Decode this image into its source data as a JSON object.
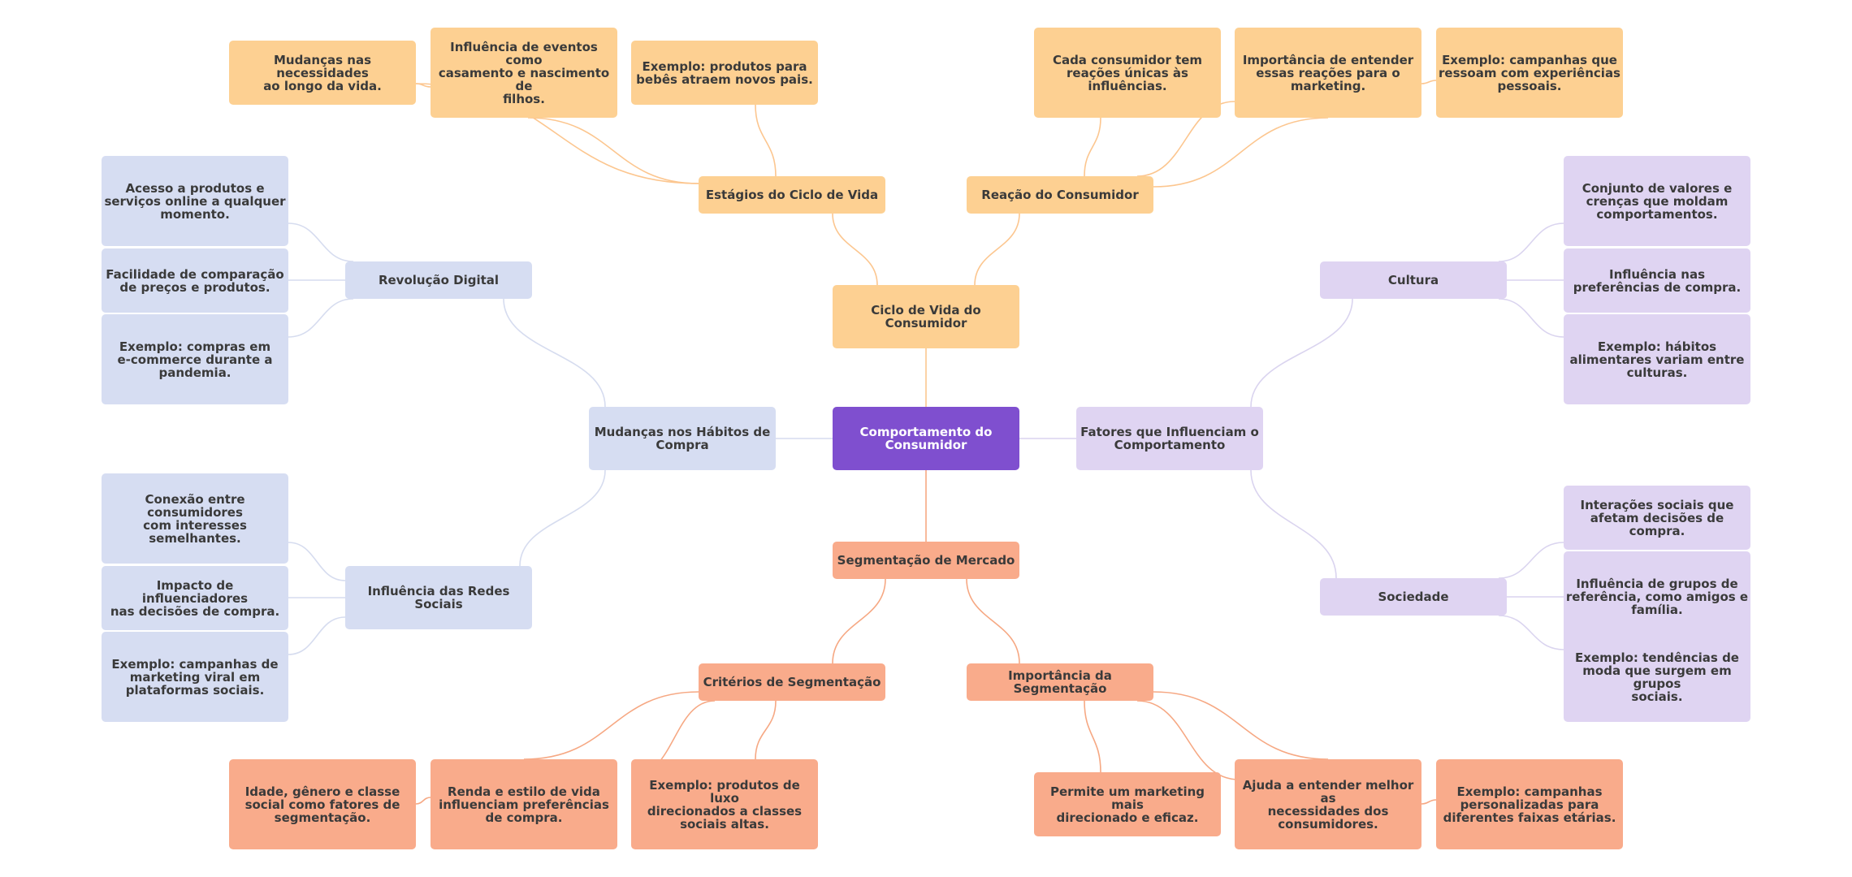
{
  "colors": {
    "root": "#7f4fcf",
    "orange": "#fdd092",
    "salmon": "#f9ab8b",
    "blue": "#d6ddf2",
    "purple": "#dfd4f2",
    "edge_orange": "#fcc68f",
    "edge_salmon": "#f6a883",
    "edge_blue": "#d6dcef",
    "edge_purple": "#dad4ef"
  },
  "nodes": {
    "root": "Comportamento do\nConsumidor",
    "ciclo": "Ciclo de Vida do\nConsumidor",
    "estagios": "Estágios do Ciclo de Vida",
    "reacao": "Reação do Consumidor",
    "est_leaf1": "Mudanças nas necessidades\nao longo da vida.",
    "est_leaf2": "Influência de eventos como\ncasamento e nascimento de\nfilhos.",
    "est_leaf3": "Exemplo: produtos para\nbebês atraem novos pais.",
    "rea_leaf1": "Cada consumidor tem\nreações únicas às\ninfluências.",
    "rea_leaf2": "Importância de entender\nessas reações para o\nmarketing.",
    "rea_leaf3": "Exemplo: campanhas que\nressoam com experiências\npessoais.",
    "mudancas": "Mudanças nos Hábitos de\nCompra",
    "revolucao": "Revolução Digital",
    "rev_leaf1": "Acesso a produtos e\nserviços online a qualquer\nmomento.",
    "rev_leaf2": "Facilidade de comparação\nde preços e produtos.",
    "rev_leaf3": "Exemplo: compras em\ne-commerce durante a\npandemia.",
    "redes": "Influência das Redes\nSociais",
    "red_leaf1": "Conexão entre consumidores\ncom interesses\nsemelhantes.",
    "red_leaf2": "Impacto de influenciadores\nnas decisões de compra.",
    "red_leaf3": "Exemplo: campanhas de\nmarketing viral em\nplataformas sociais.",
    "fatores": "Fatores que Influenciam o\nComportamento",
    "cultura": "Cultura",
    "cul_leaf1": "Conjunto de valores e\ncrenças que moldam\ncomportamentos.",
    "cul_leaf2": "Influência nas\npreferências de compra.",
    "cul_leaf3": "Exemplo: hábitos\nalimentares variam entre\nculturas.",
    "sociedade": "Sociedade",
    "soc_leaf1": "Interações sociais que\nafetam decisões de compra.",
    "soc_leaf2": "Influência de grupos de\nreferência, como amigos e\nfamília.",
    "soc_leaf3": "Exemplo: tendências de\nmoda que surgem em grupos\nsociais.",
    "segmentacao": "Segmentação de Mercado",
    "criterios": "Critérios de Segmentação",
    "importancia": "Importância da Segmentação",
    "cri_leaf1": "Idade, gênero e classe\nsocial como fatores de\nsegmentação.",
    "cri_leaf2": "Renda e estilo de vida\ninfluenciam preferências\nde compra.",
    "cri_leaf3": "Exemplo: produtos de luxo\ndirecionados a classes\nsociais altas.",
    "imp_leaf1": "Permite um marketing mais\ndirecionado e eficaz.",
    "imp_leaf2": "Ajuda a entender melhor as\nnecessidades dos\nconsumidores.",
    "imp_leaf3": "Exemplo: campanhas\npersonalizadas para\ndiferentes faixas etárias."
  }
}
